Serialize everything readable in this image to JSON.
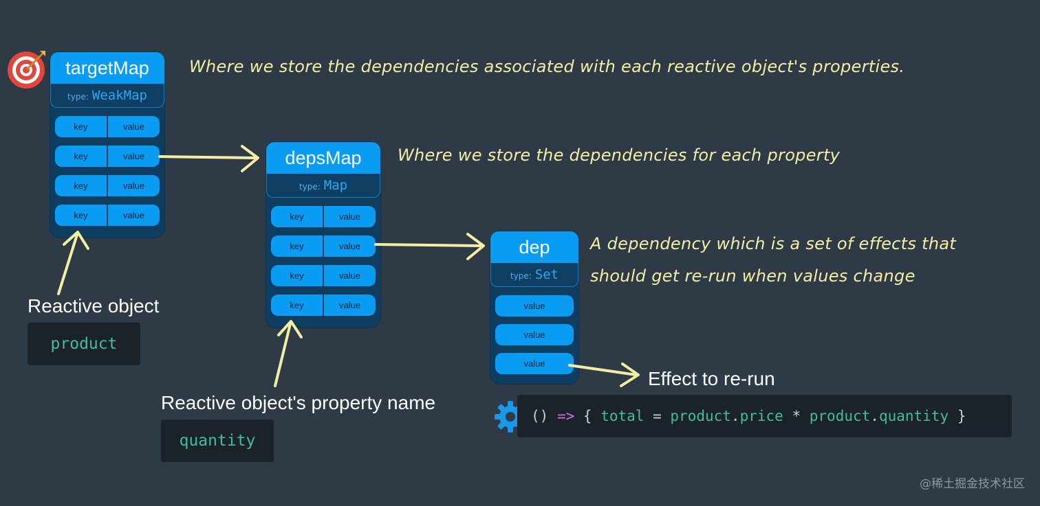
{
  "targetMap": {
    "title": "targetMap",
    "type_label": "type:",
    "type_value": "WeakMap",
    "rows": [
      {
        "key": "key",
        "value": "value"
      },
      {
        "key": "key",
        "value": "value"
      },
      {
        "key": "key",
        "value": "value"
      },
      {
        "key": "key",
        "value": "value"
      }
    ],
    "note": "Where we store the dependencies associated with each reactive object's properties."
  },
  "depsMap": {
    "title": "depsMap",
    "type_label": "type:",
    "type_value": "Map",
    "rows": [
      {
        "key": "key",
        "value": "value"
      },
      {
        "key": "key",
        "value": "value"
      },
      {
        "key": "key",
        "value": "value"
      },
      {
        "key": "key",
        "value": "value"
      }
    ],
    "note": "Where we store the dependencies for each property"
  },
  "dep": {
    "title": "dep",
    "type_label": "type:",
    "type_value": "Set",
    "values": [
      "value",
      "value",
      "value"
    ],
    "note_line1": "A dependency which is a set of effects that",
    "note_line2": "should get re-run when values change"
  },
  "reactive_object": {
    "label": "Reactive object",
    "code": "product"
  },
  "property_name": {
    "label": "Reactive object's property name",
    "code": "quantity"
  },
  "effect": {
    "label": "Effect to re-run",
    "code": {
      "open": "()",
      "arrow": "=>",
      "brace_open": "{",
      "total": "total",
      "eq": "=",
      "product1": "product",
      "dot1": ".",
      "price": "price",
      "mul": "*",
      "product2": "product",
      "dot2": ".",
      "quantity": "quantity",
      "brace_close": "}"
    }
  },
  "icons": {
    "target": "target-icon",
    "gear": "gear-icon"
  },
  "colors": {
    "background": "#2f3a47",
    "box_header": "#0a9cf3",
    "box_body": "#0e3d5f",
    "note_text": "#f2efa3",
    "code_green": "#3fbf9a"
  },
  "watermark": "@稀土掘金技术社区"
}
